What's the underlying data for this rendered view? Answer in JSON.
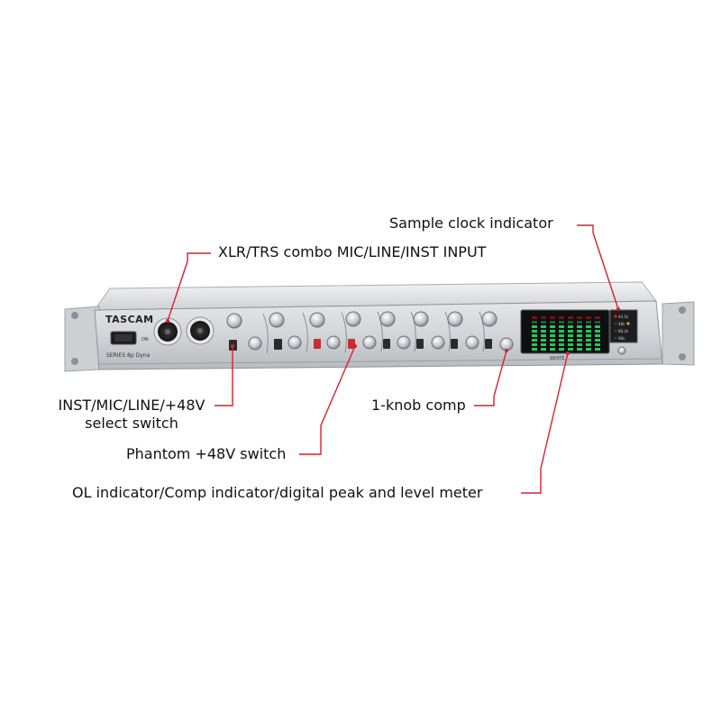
{
  "device": {
    "brand": "TASCAM",
    "series_label": "SERIES 8p Dyna",
    "power_label": "ON",
    "meter_label": "WHITE",
    "clock_labels": [
      "44.1k",
      "48k",
      "88.2k",
      "96k"
    ]
  },
  "callouts": {
    "sample_clock": "Sample clock indicator",
    "xlr_input": "XLR/TRS combo MIC/LINE/INST INPUT",
    "select_switch_line1": "INST/MIC/LINE/+48V",
    "select_switch_line2": "select switch",
    "one_knob_comp": "1-knob comp",
    "phantom_switch": "Phantom +48V switch",
    "ol_indicator": "OL indicator/Comp indicator/digital peak and level meter"
  },
  "colors": {
    "leader_line": "#d8202a",
    "led_green": "#29c45a",
    "led_red": "#e02020",
    "panel": "#c9ccd0"
  }
}
